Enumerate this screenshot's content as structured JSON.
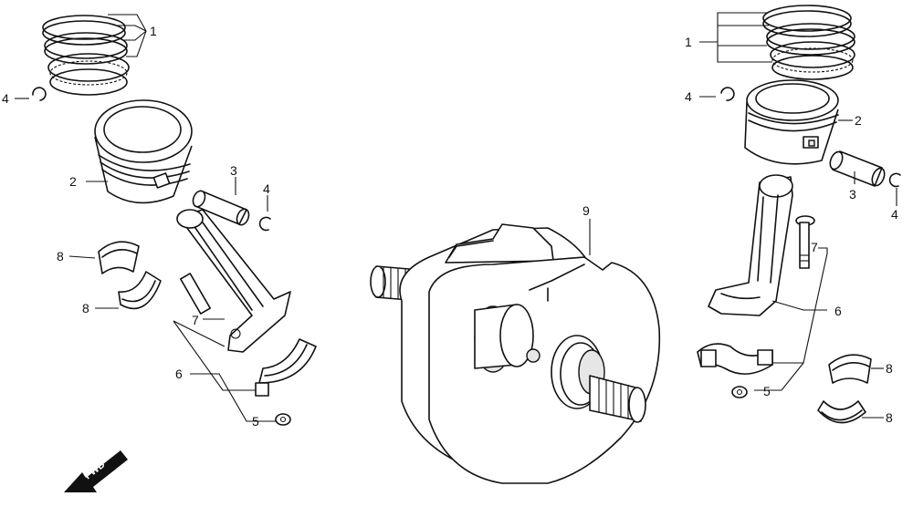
{
  "callouts": {
    "l1": "1",
    "l2": "2",
    "l3": "3",
    "l4a": "4",
    "l4b": "4",
    "l5": "5",
    "l6": "6",
    "l7": "7",
    "l8a": "8",
    "l8b": "8",
    "c9": "9",
    "r1": "1",
    "r2": "2",
    "r3": "3",
    "r4a": "4",
    "r4b": "4",
    "r5": "5",
    "r6": "6",
    "r7": "7",
    "r8a": "8",
    "r8b": "8"
  },
  "direction_badge": "FWD"
}
